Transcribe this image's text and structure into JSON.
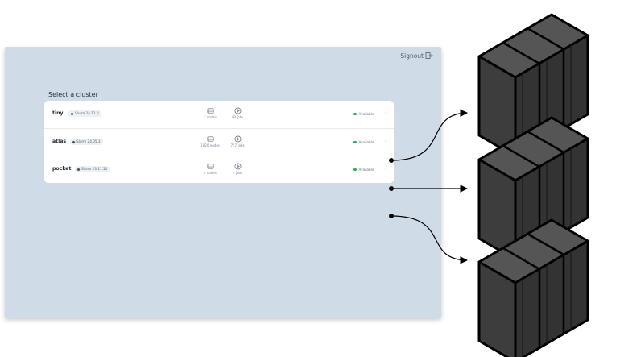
{
  "header": {
    "signout_label": "Signout"
  },
  "select_title": "Select a cluster",
  "clusters": [
    {
      "name": "tiny",
      "version": "Slurm 24.11.0",
      "nodes": "2 nodes",
      "jobs": "49 jobs",
      "status": "Available"
    },
    {
      "name": "atlas",
      "version": "Slurm 24.05.3",
      "nodes": "1020 nodes",
      "jobs": "757 jobs",
      "status": "Available"
    },
    {
      "name": "pocket",
      "version": "Slurm 23.11.10",
      "nodes": "4 nodes",
      "jobs": "4 jobs",
      "status": "Available"
    }
  ],
  "colors": {
    "panel_bg": "#cfdce8",
    "status_green": "#2ea65c",
    "server_face": "#3a3a3a"
  },
  "icons": [
    "logout-icon",
    "server-icon",
    "play-circle-icon",
    "tag-icon",
    "status-dot-icon",
    "chevron-right-icon"
  ]
}
